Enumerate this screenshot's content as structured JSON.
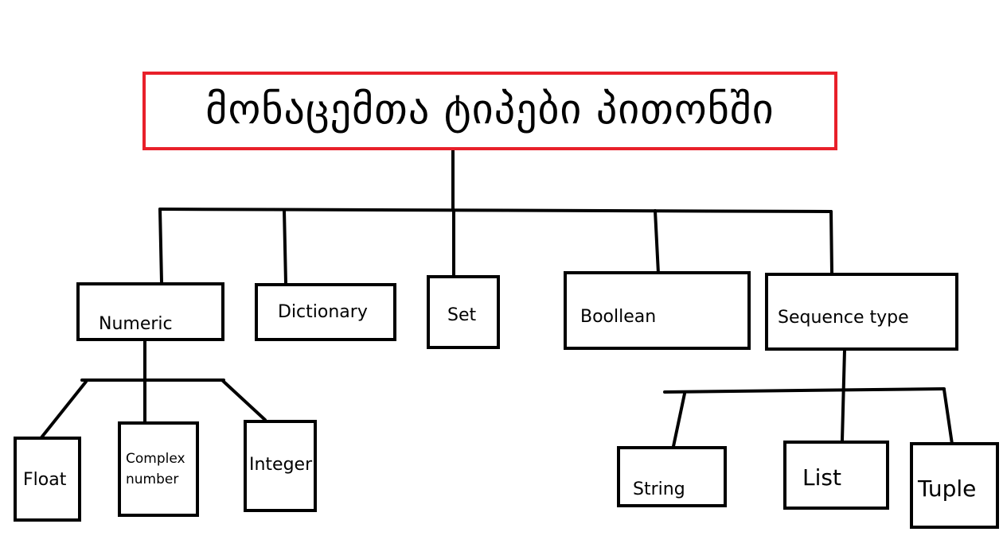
{
  "title": "მონაცემთა ტიპები პითონში",
  "colors": {
    "title_border": "#e8202a",
    "line": "#000000"
  },
  "nodes": {
    "numeric": "Numeric",
    "dictionary": "Dictionary",
    "set": "Set",
    "boolean": "Boollean",
    "sequence": "Sequence type",
    "float": "Float",
    "complex": "Complex\nnumber",
    "integer": "Integer",
    "string": "String",
    "list": "List",
    "tuple": "Tuple"
  }
}
